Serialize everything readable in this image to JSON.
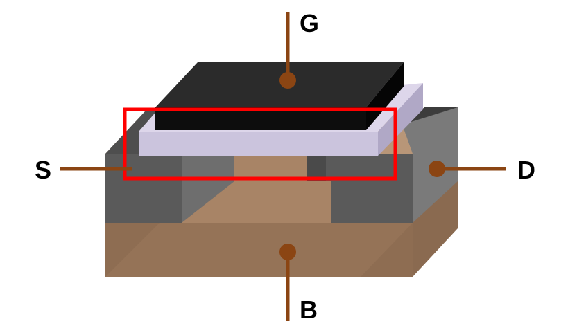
{
  "terminals": {
    "gate": "G",
    "source": "S",
    "drain": "D",
    "body": "B"
  },
  "colors": {
    "wire": "#8B4513",
    "contact_dot": "#8B4513",
    "gate_metal": "#1a1a1a",
    "oxide": "#cbc4dd",
    "substrate": "#a07c5e",
    "doped_region": "#5a5a5a",
    "highlight_box": "#ff0000"
  }
}
